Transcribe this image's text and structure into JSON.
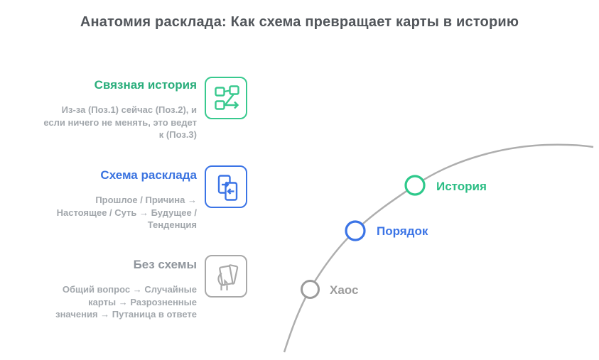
{
  "title": "Анатомия расклада: Как схема превращает карты в историю",
  "sections": [
    {
      "label": "Связная история",
      "description": "Из-за (Поз.1) сейчас (Поз.2), и\nесли ничего не менять, это ведет\nк (Поз.3)",
      "icon": "flow-arrows-icon",
      "accent": "#2bae7c"
    },
    {
      "label": "Схема расклада",
      "description": "Прошлое / Причина →\nНастоящее / Суть → Будущее /\nТенденция",
      "icon": "cards-swap-icon",
      "accent": "#3b74e6"
    },
    {
      "label": "Без схемы",
      "description": "Общий вопрос → Случайные\nкарты → Разрозненные\nзначения → Путаница в ответе",
      "icon": "hand-holding-cards-icon",
      "accent": "#8f959c"
    }
  ],
  "curve": {
    "points": [
      {
        "label": "Хаос",
        "color": "#9b9b9b"
      },
      {
        "label": "Порядок",
        "color": "#3b74e6"
      },
      {
        "label": "История",
        "color": "#2bbd84"
      }
    ],
    "line_color": "#aeaeae"
  },
  "colors": {
    "title_text": "#52565b",
    "green_text": "#2bae7c",
    "green_icon": "#38c98e",
    "blue": "#3b74e6",
    "gray_text": "#a2a7ac",
    "gray_title": "#8f959c",
    "gray_icon": "#a9a9a9",
    "curve_line": "#aeaeae",
    "background": "#ffffff"
  }
}
